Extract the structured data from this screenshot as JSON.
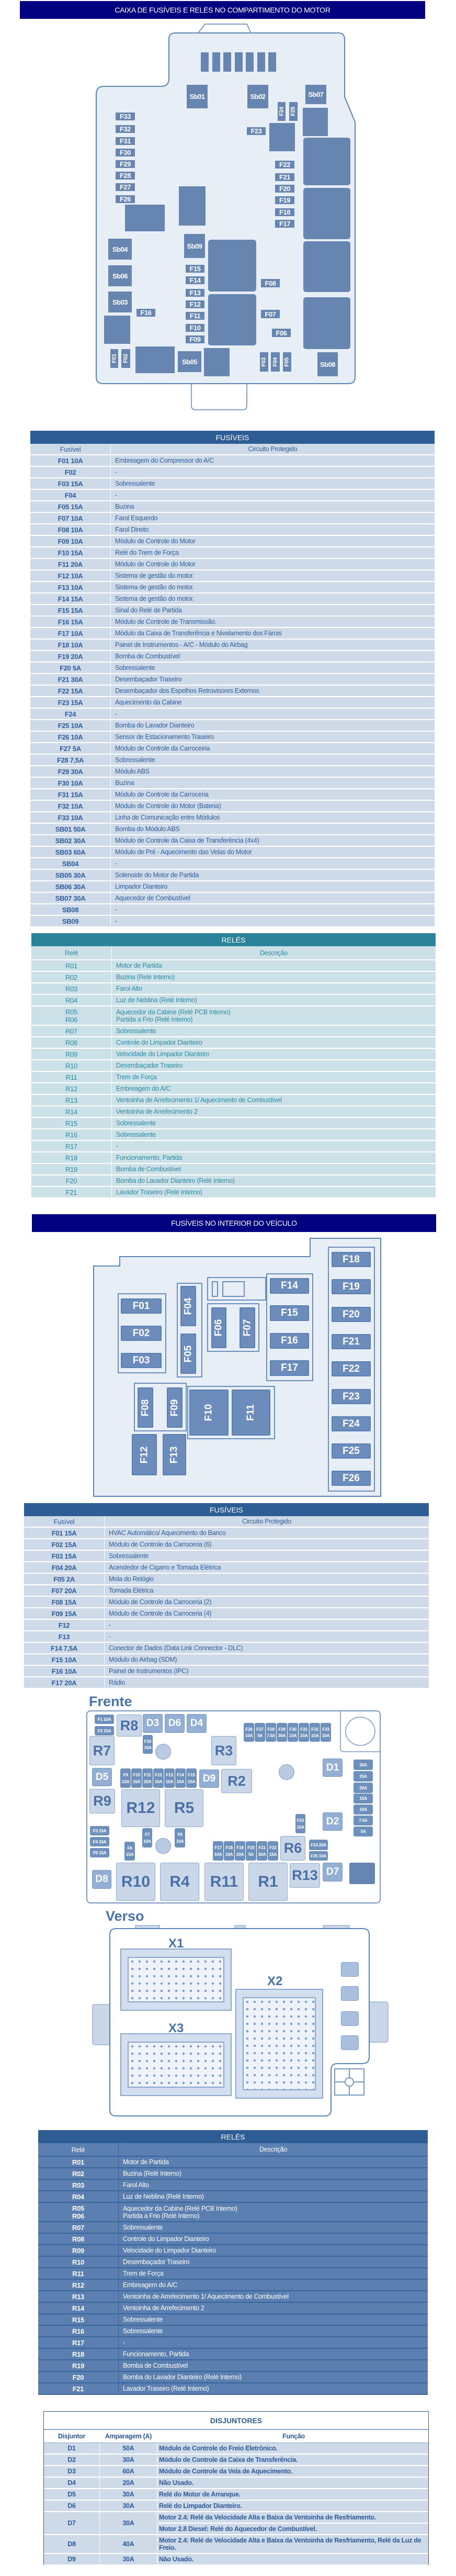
{
  "engine_bay": {
    "title": "CAIXA DE FUSÍVEIS E RELÉS NO COMPARTIMENTO DO MOTOR",
    "labels": {
      "Sb01": "Sb01",
      "Sb02": "Sb02",
      "Sb07": "Sb07",
      "F24": "F24",
      "F25": "F25",
      "F23": "F23",
      "F33": "F33",
      "F32": "F32",
      "F31": "F31",
      "F30": "F30",
      "F29": "F29",
      "F28": "F28",
      "F27": "F27",
      "F26": "F26",
      "F22": "F22",
      "F21": "F21",
      "F20": "F20",
      "F19": "F19",
      "F18": "F18",
      "F17": "F17",
      "Sb04": "Sb04",
      "Sb09": "Sb09",
      "Sb06": "Sb06",
      "Sb03": "Sb03",
      "F16": "F16",
      "F15": "F15",
      "F14": "F14",
      "F13": "F13",
      "F12": "F12",
      "F11": "F11",
      "F10": "F10",
      "F09": "F09",
      "F08": "F08",
      "F07": "F07",
      "F06": "F06",
      "F01": "F01",
      "F02": "F02",
      "Sb05": "Sb05",
      "F03": "F03",
      "F04": "F04",
      "F05": "F05",
      "Sb08": "Sb08"
    }
  },
  "engine_fuses": {
    "title": "FUSÍVEIS",
    "col_fuse": "Fusível",
    "col_circuit": "Circuito Protegido",
    "rows": [
      {
        "id": "F01 10A",
        "desc": "Embreagem do Compressor do A/C"
      },
      {
        "id": "F02",
        "desc": "-"
      },
      {
        "id": "F03 15A",
        "desc": "Sobressalente"
      },
      {
        "id": "F04",
        "desc": "-"
      },
      {
        "id": "F05 15A",
        "desc": "Buzina"
      },
      {
        "id": "F07 10A",
        "desc": "Farol Esquerdo"
      },
      {
        "id": "F08 10A",
        "desc": "Farol Direito"
      },
      {
        "id": "F09 10A",
        "desc": "Módulo de Controle do Motor"
      },
      {
        "id": "F10 15A",
        "desc": "Relé do Trem de Força"
      },
      {
        "id": "F11 20A",
        "desc": "Módulo de Controle do Motor"
      },
      {
        "id": "F12 10A",
        "desc": "Sistema de gestão do motor."
      },
      {
        "id": "F13 10A",
        "desc": "Sistema de gestão do motor."
      },
      {
        "id": "F14 15A",
        "desc": "Sistema de gestão do motor."
      },
      {
        "id": "F15 15A",
        "desc": "Sinal do Relé de Partida"
      },
      {
        "id": "F16 15A",
        "desc": "Módulo de Controle de Transmissão."
      },
      {
        "id": "F17 10A",
        "desc": "Módulo da Caixa de Transferência e Nivelamento dos Fárois"
      },
      {
        "id": "F18 10A",
        "desc": "Painel de Instrumentos - A/C - Módulo do Airbag"
      },
      {
        "id": "F19 20A",
        "desc": "Bomba de Combustível"
      },
      {
        "id": "F20 5A",
        "desc": "Sobressalente"
      },
      {
        "id": "F21 30A",
        "desc": "Desembaçador Traseiro"
      },
      {
        "id": "F22 15A",
        "desc": "Desembaçador dos Espelhos Retrovisores Externos"
      },
      {
        "id": "F23 15A",
        "desc": "Aquecimento da Cabine"
      },
      {
        "id": "F24",
        "desc": "-"
      },
      {
        "id": "F25 10A",
        "desc": "Bomba do Lavador Dianteiro"
      },
      {
        "id": "F26 10A",
        "desc": "Sensor de Estacionamento Traseiro"
      },
      {
        "id": "F27 5A",
        "desc": "Módulo de Controle da Carroceiria"
      },
      {
        "id": "F28 7,5A",
        "desc": "Sobressalente"
      },
      {
        "id": "F29 30A",
        "desc": "Módulo ABS"
      },
      {
        "id": "F30 10A",
        "desc": "Buzina"
      },
      {
        "id": "F31 15A",
        "desc": "Módulo de Controle da Carroceria"
      },
      {
        "id": "F32 10A",
        "desc": "Módulo de Controle do Motor (Bateria)"
      },
      {
        "id": "F33 10A",
        "desc": "Linha de Comunicação entre Módulos"
      },
      {
        "id": "SB01 50A",
        "desc": "Bomba do Módulo ABS"
      },
      {
        "id": "SB02 30A",
        "desc": "Módulo de Controle da Caixa de Transferência (4x4)"
      },
      {
        "id": "SB03 60A",
        "desc": "Módulo de Pré - Aquecimento das Velas do Motor"
      },
      {
        "id": "SB04",
        "desc": "-"
      },
      {
        "id": "SB05 30A",
        "desc": "Solenoide do Motor de Partida"
      },
      {
        "id": "SB06 30A",
        "desc": "Limpador Dianteiro"
      },
      {
        "id": "SB07 30A",
        "desc": "Aquecedor de Combustível"
      },
      {
        "id": "SB08",
        "desc": "-"
      },
      {
        "id": "SB09",
        "desc": "-"
      }
    ]
  },
  "engine_relays": {
    "title": "RELÉS",
    "col_relay": "Relé",
    "col_desc": "Descrição",
    "rows": [
      {
        "id": [
          "R01"
        ],
        "desc": [
          "Motor de Partida"
        ]
      },
      {
        "id": [
          "R02"
        ],
        "desc": [
          "Buzina (Relé Interno)"
        ]
      },
      {
        "id": [
          "R03"
        ],
        "desc": [
          "Farol Alto"
        ]
      },
      {
        "id": [
          "R04"
        ],
        "desc": [
          "Luz de Neblina (Relé Interno)"
        ]
      },
      {
        "id": [
          "R05",
          "R06"
        ],
        "desc": [
          "Aquecedor da Cabine (Relé PCB Interno)",
          "Partida a Frio (Relé Interno)"
        ]
      },
      {
        "id": [
          "R07"
        ],
        "desc": [
          "Sobressalente"
        ]
      },
      {
        "id": [
          "R08"
        ],
        "desc": [
          "Controle do Limpador Dianteiro"
        ]
      },
      {
        "id": [
          "R09"
        ],
        "desc": [
          "Velocidade do Limpador Dianteiro"
        ]
      },
      {
        "id": [
          "R10"
        ],
        "desc": [
          "Desembaçador Traseiro"
        ]
      },
      {
        "id": [
          "R11"
        ],
        "desc": [
          "Trem de Força"
        ]
      },
      {
        "id": [
          "R12"
        ],
        "desc": [
          "Embreagem do A/C"
        ]
      },
      {
        "id": [
          "R13"
        ],
        "desc": [
          "Ventoinha de Arrefecimento 1/ Aquecimento de Combustível"
        ]
      },
      {
        "id": [
          "R14"
        ],
        "desc": [
          "Ventoinha de Arrefecimento 2"
        ]
      },
      {
        "id": [
          "R15"
        ],
        "desc": [
          "Sobressalente"
        ]
      },
      {
        "id": [
          "R16"
        ],
        "desc": [
          "Sobressalente"
        ]
      },
      {
        "id": [
          "R17"
        ],
        "desc": [
          "-"
        ]
      },
      {
        "id": [
          "R18"
        ],
        "desc": [
          "Funcionamento, Partida"
        ]
      },
      {
        "id": [
          "R19"
        ],
        "desc": [
          "Bomba de Combustível"
        ]
      },
      {
        "id": [
          "F20"
        ],
        "desc": [
          "Bomba do Lavador Dianteiro (Relé Interno)"
        ]
      },
      {
        "id": [
          "F21"
        ],
        "desc": [
          "Lavador Traseiro (Relé Interno)"
        ]
      }
    ]
  },
  "interior": {
    "title": "FUSÍVEIS NO INTERIOR DO VEÍCULO",
    "labels": {
      "F01": "F01",
      "F02": "F02",
      "F03": "F03",
      "F04": "F04",
      "F05": "F05",
      "F06": "F06",
      "F07": "F07",
      "F08": "F08",
      "F09": "F09",
      "F10": "F10",
      "F11": "F11",
      "F12": "F12",
      "F13": "F13",
      "F14": "F14",
      "F15": "F15",
      "F16": "F16",
      "F17": "F17",
      "F18": "F18",
      "F19": "F19",
      "F20": "F20",
      "F21": "F21",
      "F22": "F22",
      "F23": "F23",
      "F24": "F24",
      "F25": "F25",
      "F26": "F26"
    }
  },
  "interior_fuses": {
    "title": "FUSÍVEIS",
    "col_fuse": "Fusível",
    "col_circuit": "Circuito Protegido",
    "rows": [
      {
        "id": "F01 15A",
        "desc": "HVAC Automático/ Aquecimento do Banco"
      },
      {
        "id": "F02 15A",
        "desc": "Módulo de Controle da Carroceria (6)"
      },
      {
        "id": "F03 15A",
        "desc": "Sobressalente"
      },
      {
        "id": "F04 20A",
        "desc": "Acendedor de Cigarro e Tomada Elétrica"
      },
      {
        "id": "F05 2A",
        "desc": "Mola do Relógio"
      },
      {
        "id": "F07 20A",
        "desc": "Tomada Elétrica"
      },
      {
        "id": "F08 15A",
        "desc": "Módulo de Controle da Carroceria (2)"
      },
      {
        "id": "F09 15A",
        "desc": "Módulo de Controle da Carroceria (4)"
      },
      {
        "id": "F12",
        "desc": "-"
      },
      {
        "id": "F13",
        "desc": "-"
      },
      {
        "id": "F14 7,5A",
        "desc": "Conector de Dados (Data Link Connector - DLC)"
      },
      {
        "id": "F15 10A",
        "desc": "Módulo do Airbag (SDM)"
      },
      {
        "id": "F16 10A",
        "desc": "Painel de Instrumentos (IPC)"
      },
      {
        "id": "F17 20A",
        "desc": "Rádio"
      }
    ]
  },
  "front_panel": {
    "title": "Frente",
    "labels": {
      "F1": "F1 10A",
      "F2": "F2 15A",
      "R8": "R8",
      "D3": "D3",
      "D6": "D6",
      "D4": "D4",
      "F16": "F16 15A",
      "R7": "R7",
      "R3": "R3",
      "F26": "F26 10A",
      "F27": "F27 5A",
      "F28": "F28 7.5A",
      "F29": "F29 30A",
      "F30": "F30 10A",
      "F31": "F31 15A",
      "F32": "F32 15A",
      "F33": "F33 10A",
      "D5": "D5",
      "F9": "F9 10A",
      "F10": "F10 15A",
      "F11": "F11 20A",
      "F12": "F12 10A",
      "F13": "F13 10A",
      "F14": "F14 15A",
      "F15": "F15 15A",
      "D9": "D9",
      "R2": "R2",
      "R9": "R9",
      "R12": "R12",
      "R5": "R5",
      "F3": "F3 15A",
      "F4": "F4 10A",
      "F5": "F5 15A",
      "F7": "F7 10A",
      "F8": "F8 10A",
      "F6": "F6 15A",
      "F17": "F17 10A",
      "F18": "F18 10A",
      "F19": "F19 20A",
      "F20": "F20 5A",
      "F21": "F21 30A",
      "F22": "F22 15A",
      "R6": "R6",
      "F23": "F23 15A",
      "F24": "F24 20A",
      "F25": "F25 10A",
      "D1": "D1",
      "D2": "D2",
      "S30": "30A",
      "S25": "25A",
      "S20": "20A",
      "S15": "15A",
      "S10": "10A",
      "S7": "7.5A",
      "S5": "5A",
      "D8": "D8",
      "R10": "R10",
      "R4": "R4",
      "R11": "R11",
      "R1": "R1",
      "R13": "R13",
      "D7": "D7"
    }
  },
  "back_panel": {
    "title": "Verso",
    "x1": "X1",
    "x2": "X2",
    "x3": "X3"
  },
  "relays": {
    "title": "RELÉS",
    "col_relay": "Relé",
    "col_desc": "Descrição",
    "rows": [
      {
        "id": [
          "R01"
        ],
        "desc": [
          "Motor de Partida"
        ]
      },
      {
        "id": [
          "R02"
        ],
        "desc": [
          "Buzina (Relé Interno)"
        ]
      },
      {
        "id": [
          "R03"
        ],
        "desc": [
          "Farol Alto"
        ]
      },
      {
        "id": [
          "R04"
        ],
        "desc": [
          "Luz de Neblina (Relé Interno)"
        ]
      },
      {
        "id": [
          "R05",
          "R06"
        ],
        "desc": [
          "Aquecedor da Cabine (Relé PCB Interno)",
          "Partida a Frio (Relé Interno)"
        ]
      },
      {
        "id": [
          "R07"
        ],
        "desc": [
          "Sobressalente"
        ]
      },
      {
        "id": [
          "R08"
        ],
        "desc": [
          "Controle do Limpador Dianteiro"
        ]
      },
      {
        "id": [
          "R09"
        ],
        "desc": [
          "Velocidade do Limpador Dianteiro"
        ]
      },
      {
        "id": [
          "R10"
        ],
        "desc": [
          "Desembaçador Traseiro"
        ]
      },
      {
        "id": [
          "R11"
        ],
        "desc": [
          "Trem de Força"
        ]
      },
      {
        "id": [
          "R12"
        ],
        "desc": [
          "Embreagem do A/C"
        ]
      },
      {
        "id": [
          "R13"
        ],
        "desc": [
          "Ventoinha de Arrefecimento 1/ Aquecimento de Combustível"
        ]
      },
      {
        "id": [
          "R14"
        ],
        "desc": [
          "Ventoinha de Arrefecimento 2"
        ]
      },
      {
        "id": [
          "R15"
        ],
        "desc": [
          "Sobressalente"
        ]
      },
      {
        "id": [
          "R16"
        ],
        "desc": [
          "Sobressalente"
        ]
      },
      {
        "id": [
          "R17"
        ],
        "desc": [
          "-"
        ]
      },
      {
        "id": [
          "R18"
        ],
        "desc": [
          "Funcionamento, Partida"
        ]
      },
      {
        "id": [
          "R19"
        ],
        "desc": [
          "Bomba de Combustível"
        ]
      },
      {
        "id": [
          "F20"
        ],
        "desc": [
          "Bomba do Lavador Dianteiro (Relé Interno)"
        ]
      },
      {
        "id": [
          "F21"
        ],
        "desc": [
          "Lavador Traseiro (Relé Interno)"
        ]
      }
    ]
  },
  "breakers": {
    "title": "DISJUNTORES",
    "col_breaker": "Disjuntor",
    "col_amp": "Amparagem (A)",
    "col_func": "Função",
    "rows": [
      {
        "id": "D1",
        "amp": "50A",
        "func": [
          "Módulo de Controle do Freio Eletrônico."
        ]
      },
      {
        "id": "D2",
        "amp": "30A",
        "func": [
          "Módulo de Controle da Caixa de Transferência."
        ]
      },
      {
        "id": "D3",
        "amp": "60A",
        "func": [
          "Módulo de Controle da Vela de Aquecimento."
        ]
      },
      {
        "id": "D4",
        "amp": "20A",
        "func": [
          "Não Usado."
        ]
      },
      {
        "id": "D5",
        "amp": "30A",
        "func": [
          "Relé do Motor de Arranque."
        ]
      },
      {
        "id": "D6",
        "amp": "30A",
        "func": [
          "Relé do Limpador Dianteiro."
        ]
      },
      {
        "id": "D7",
        "amp": "30A",
        "func": [
          "Motor 2.4: Relé da Velocidade Alta e Baixa da Ventoinha de Resfriamento.",
          "Motor 2.8 Diesel: Relé do Aquecedor de Combustível."
        ]
      },
      {
        "id": "D8",
        "amp": "40A",
        "func": [
          "Motor 2.4: Relé de Velocidade Alta e Baixa da Ventoinha de Resfriamento, Relé da Luz de Freio."
        ]
      },
      {
        "id": "D9",
        "amp": "30A",
        "func": [
          "Não Usado."
        ]
      }
    ]
  }
}
